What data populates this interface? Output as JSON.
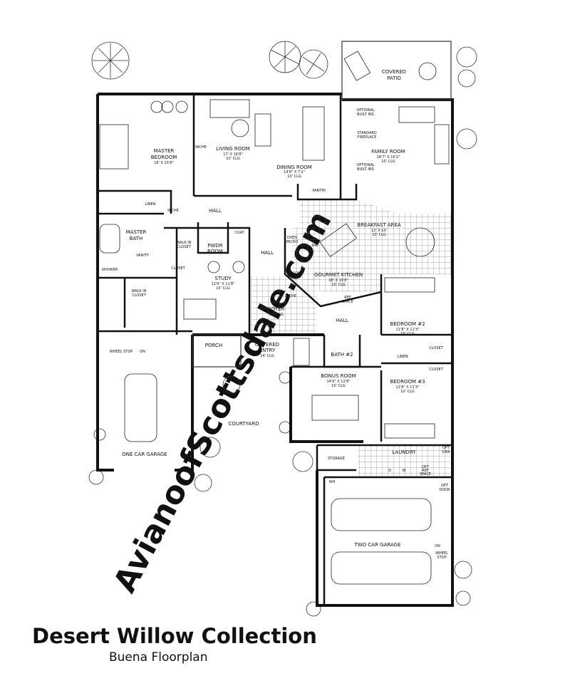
{
  "watermark": "AvianoofScottsdale.com",
  "title": "Desert Willow Collection",
  "subtitle": "Buena Floorplan",
  "rooms": {
    "covered_patio": [
      "COVERED",
      "PATIO"
    ],
    "master_bedroom": [
      "MASTER",
      "BEDROOM",
      "16' X 15'8\""
    ],
    "living_room": [
      "LIVING ROOM",
      "17' X 16'8\"",
      "10' CLG"
    ],
    "dining_room": [
      "DINING ROOM",
      "14'8\" X 7'2\"",
      "10' CLG"
    ],
    "family_room": [
      "FAMILY ROOM",
      "18'7\" X 16'2\"",
      "10' CLG"
    ],
    "optional_built_ins_1": [
      "OPTIONAL",
      "BUILT INS"
    ],
    "standard_fireplace": [
      "STANDARD",
      "FIREPLACE"
    ],
    "optional_built_ins_2": [
      "OPTIONAL",
      "BUILT INS"
    ],
    "pantry": "PANTRY",
    "breakfast_area": [
      "BREAKFAST AREA",
      "12' X 10'",
      "10' CLG"
    ],
    "linen_1": "LINEN",
    "niche_1": "NICHE",
    "niche_2": "NICHE",
    "niche_3": "NICHE",
    "hall_1": "HALL",
    "hall_2": "HALL",
    "hall_3": "HALL",
    "master_bath": [
      "MASTER",
      "BATH"
    ],
    "vanity": "VANITY",
    "shower": "SHOWER",
    "walk_in_closet_1": [
      "WALK IN",
      "CLOSET"
    ],
    "closet_1": "CLOSET",
    "pwdr_room": [
      "PWDR",
      "ROOM"
    ],
    "coat": "COAT",
    "oven_micro": [
      "OVEN",
      "MICRO"
    ],
    "dw": "DW",
    "cook_top": [
      "COOK",
      "TOP"
    ],
    "gourmet_kitchen": [
      "GOURMET KITCHEN",
      "18' X 15'8\"",
      "10' CLG"
    ],
    "ref_space": [
      "REF",
      "SPACE"
    ],
    "study": [
      "STUDY",
      "12'6\" X 11'8\"",
      "10' CLG"
    ],
    "walk_in_closet_2": [
      "WALK IN",
      "CLOSET"
    ],
    "foyer": [
      "FOYER",
      "12' CLG"
    ],
    "bedroom_2": [
      "BEDROOM #2",
      "11'8\" X 11'3\"",
      "10' CLG"
    ],
    "closet_2": "CLOSET",
    "linen_2": "LINEN",
    "porch": "PORCH",
    "covered_entry": [
      "COVERED",
      "ENTRY",
      "14' CLG"
    ],
    "bath_2": "BATH #2",
    "wheel_stop_1": "WHEEL STOP",
    "on_1": "ON",
    "bonus_room": [
      "BONUS ROOM",
      "14'6\" X 12'8\"",
      "10' CLG"
    ],
    "bedroom_3": [
      "BEDROOM #3",
      "11'8\" X 11'3\"",
      "10' CLG"
    ],
    "closet_3": "CLOSET",
    "courtyard": "COURTYARD",
    "one_car_garage": "ONE CAR GARAGE",
    "storage": "STORAGE",
    "laundry": "LAUNDRY",
    "opt_sink": [
      "OPT",
      "SINK"
    ],
    "d": "D",
    "w": "W",
    "opt_ref_space": [
      "OPT",
      "REF",
      "SPACE"
    ],
    "wh": "WH",
    "opt_door": [
      "OPT",
      "DOOR"
    ],
    "two_car_garage": "TWO CAR GARAGE",
    "on_2": "ON",
    "wheel_stop_2": [
      "WHEEL",
      "STOP"
    ]
  }
}
